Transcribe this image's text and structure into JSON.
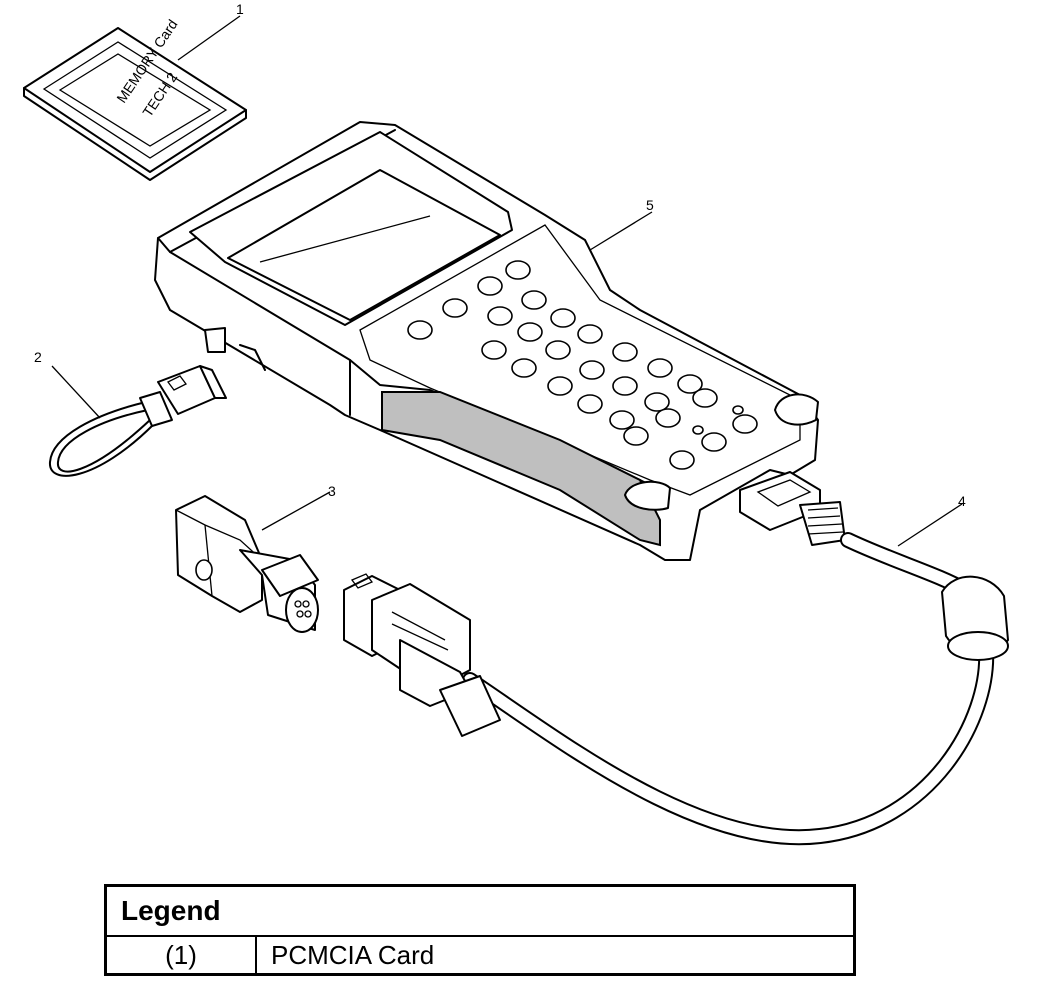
{
  "callouts": [
    "1",
    "2",
    "3",
    "4",
    "5"
  ],
  "card": {
    "lines": [
      "TECH 2",
      "MEMORY Card"
    ]
  },
  "legend": {
    "title": "Legend",
    "rows": [
      {
        "num": "(1)",
        "desc": "PCMCIA Card"
      }
    ]
  }
}
